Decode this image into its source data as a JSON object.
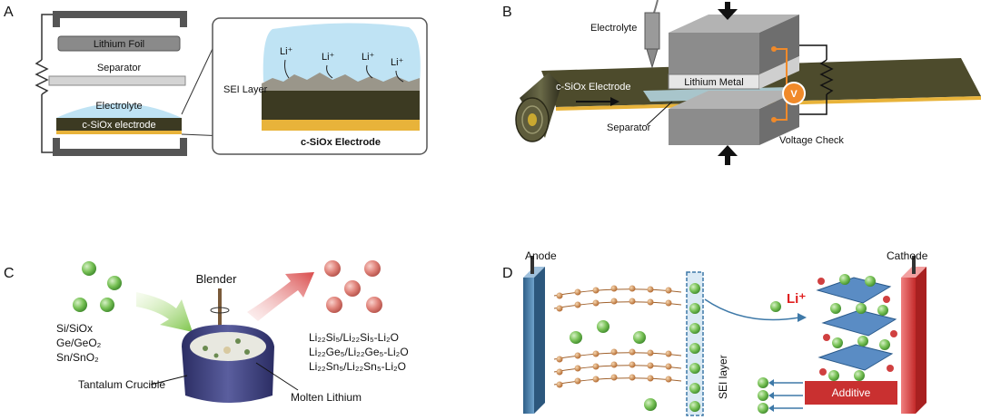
{
  "panels": {
    "a": {
      "letter": "A",
      "labels": {
        "lithium_foil": "Lithium Foil",
        "separator": "Separator",
        "electrolyte": "Electrolyte",
        "electrode": "c-SiOx electrode",
        "sei_layer": "SEI Layer",
        "li_ion": "Li⁺",
        "electrode_zoom": "c-SiOx Electrode"
      }
    },
    "b": {
      "letter": "B",
      "labels": {
        "electrolyte": "Electrolyte",
        "electrode": "c-SiOx Electrode",
        "lithium_metal": "Lithium Metal",
        "separator": "Separator",
        "voltage_check": "Voltage Check",
        "volt_symbol": "V"
      }
    },
    "c": {
      "letter": "C",
      "labels": {
        "blender": "Blender",
        "materials": [
          "Si/SiOx",
          "Ge/GeO₂",
          "Sn/SnO₂"
        ],
        "products": [
          "Li₂₂Si₅/Li₂₂Si₅-Li₂O",
          "Li₂₂Ge₅/Li₂₂Ge₅-Li₂O",
          "Li₂₂Sn₅/Li₂₂Sn₅-Li₂O"
        ],
        "crucible": "Tantalum Crucible",
        "molten": "Molten Lithium"
      }
    },
    "d": {
      "letter": "D",
      "labels": {
        "anode": "Anode",
        "cathode": "Cathode",
        "li_ion": "Li⁺",
        "sei_layer": "SEI layer",
        "additive": "Additive"
      }
    }
  },
  "colors": {
    "electrolyte": "#bfe3f4",
    "electrode_gold": "#e8b33a",
    "electrode_dark": "#3c3a22",
    "block_grey": "#8c8c8c",
    "green_particle": "#79c257",
    "red_particle": "#e0837a",
    "anode_blue": "#3e79a8",
    "cathode_red": "#d63838",
    "li_red": "#e02020",
    "additive_red": "#c93030",
    "voltmeter": "#f08a2a"
  }
}
